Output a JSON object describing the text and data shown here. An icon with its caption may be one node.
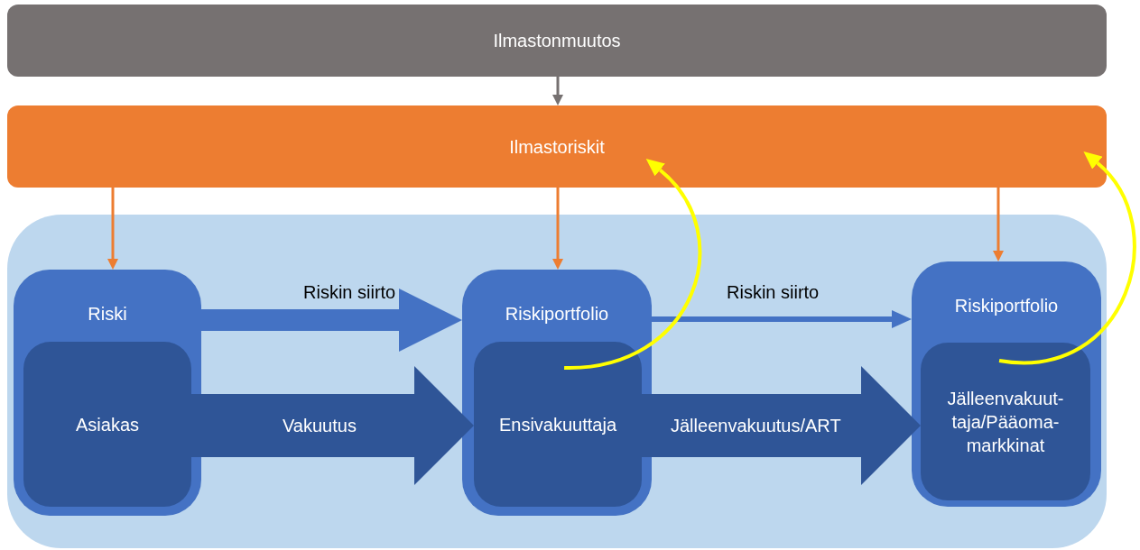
{
  "diagram": {
    "nodes": [
      {
        "text": [
          "Ilmastonmuutos"
        ]
      },
      {
        "text": [
          "Ilmastoriskit"
        ]
      },
      {
        "text": [],
        "shape": "box"
      },
      {
        "text": [
          "Riski"
        ],
        "in": 2
      },
      {
        "text": [
          "Asiakas"
        ],
        "in": 3
      },
      {
        "text": [
          "Riskiportfolio"
        ],
        "in": 2
      },
      {
        "text": [
          "Ensivakuuttaja"
        ],
        "in": 5
      },
      {
        "text": [
          "Riskiportfolio"
        ],
        "in": 2
      },
      {
        "text": [
          "Jälleenvakuut-taja/Pääoma-markkinat"
        ],
        "in": 7
      }
    ],
    "edges": [
      {
        "from": 0,
        "to": 1,
        "arrow": "to",
        "color": "#767171"
      },
      {
        "from": 1,
        "to": 3,
        "arrow": "to"
      },
      {
        "from": 1,
        "to": 5,
        "arrow": "to"
      },
      {
        "from": 1,
        "to": 7,
        "arrow": "to"
      },
      {
        "from": 3,
        "to": 5,
        "arrow": "to",
        "label": "Riskin siirto",
        "style": "thick",
        "color": "#4472c4"
      },
      {
        "from": 4,
        "to": 6,
        "arrow": "to",
        "label": "Vakuutus",
        "style": "thick",
        "color": "#2f5597"
      },
      {
        "from": 5,
        "to": 7,
        "arrow": "to",
        "label": "Riskin siirto",
        "color": "#4472c4"
      },
      {
        "from": 6,
        "to": 8,
        "arrow": "to",
        "label": "Jälleenvakuutus/ART",
        "style": "thick",
        "color": "#2f5597"
      },
      {
        "from": 6,
        "to": 1,
        "arrow": "to",
        "color": "#ffff00"
      },
      {
        "from": 8,
        "to": 1,
        "arrow": "to",
        "color": "#ffff00"
      }
    ]
  }
}
